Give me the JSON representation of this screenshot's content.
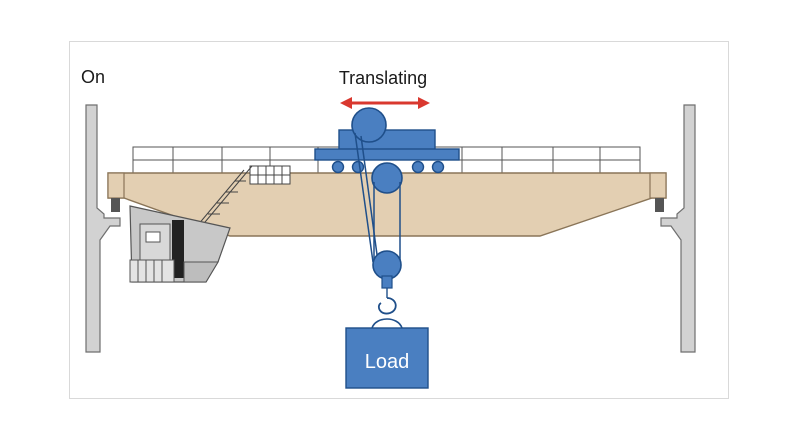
{
  "labels": {
    "state": "On",
    "motion": "Translating",
    "load": "Load"
  },
  "colors": {
    "trolley": "#4a7fc1",
    "trolley_stroke": "#1f4f8a",
    "girder": "#e3cfb2",
    "girder_stroke": "#8a7558",
    "arrow": "#d9382f",
    "wall": "#d2d2d2",
    "wall_stroke": "#6f6f6f",
    "cab": "#c8c8c8"
  },
  "icons": [
    "double-arrow-icon",
    "hook-icon"
  ]
}
